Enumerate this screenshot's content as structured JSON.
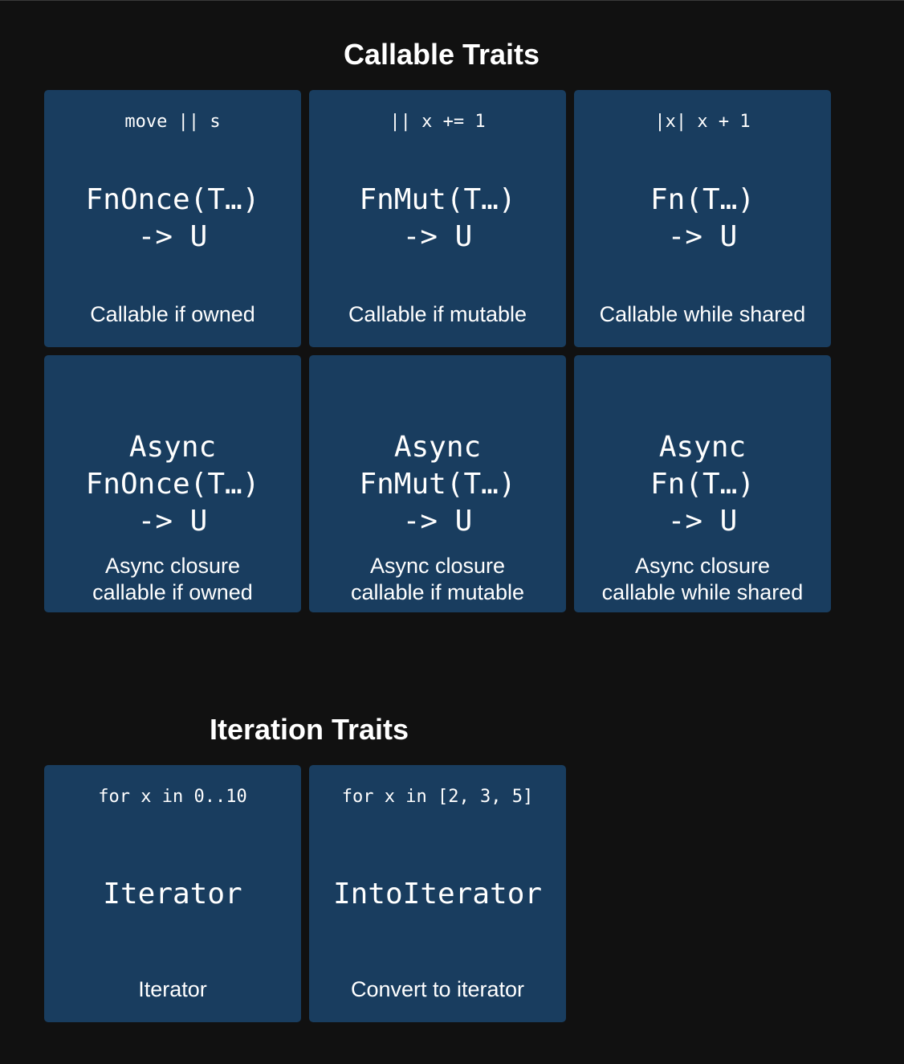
{
  "callable": {
    "title": "Callable Traits",
    "cards": [
      {
        "snippet": "move || s",
        "sig_line1": "FnOnce(T…)",
        "sig_line2": "-> U",
        "desc": "Callable if owned"
      },
      {
        "snippet": "|| x += 1",
        "sig_line1": "FnMut(T…)",
        "sig_line2": "-> U",
        "desc": "Callable if mutable"
      },
      {
        "snippet": "|x| x + 1",
        "sig_line1": "Fn(T…)",
        "sig_line2": "-> U",
        "desc": "Callable while shared"
      },
      {
        "sig_line1": "Async",
        "sig_line2": "FnOnce(T…)",
        "sig_line3": "-> U",
        "desc_line1": "Async closure",
        "desc_line2": "callable if owned"
      },
      {
        "sig_line1": "Async",
        "sig_line2": "FnMut(T…)",
        "sig_line3": "-> U",
        "desc_line1": "Async closure",
        "desc_line2": "callable if mutable"
      },
      {
        "sig_line1": "Async",
        "sig_line2": "Fn(T…)",
        "sig_line3": "-> U",
        "desc_line1": "Async closure",
        "desc_line2": "callable while shared"
      }
    ]
  },
  "iteration": {
    "title": "Iteration Traits",
    "cards": [
      {
        "snippet": "for x in 0..10",
        "sig_line1": "Iterator",
        "desc": "Iterator"
      },
      {
        "snippet": "for x in [2, 3, 5]",
        "sig_line1": "IntoIterator",
        "desc": "Convert to iterator"
      }
    ]
  },
  "colors": {
    "background": "#111111",
    "card": "#193d5f",
    "text": "#ffffff"
  }
}
